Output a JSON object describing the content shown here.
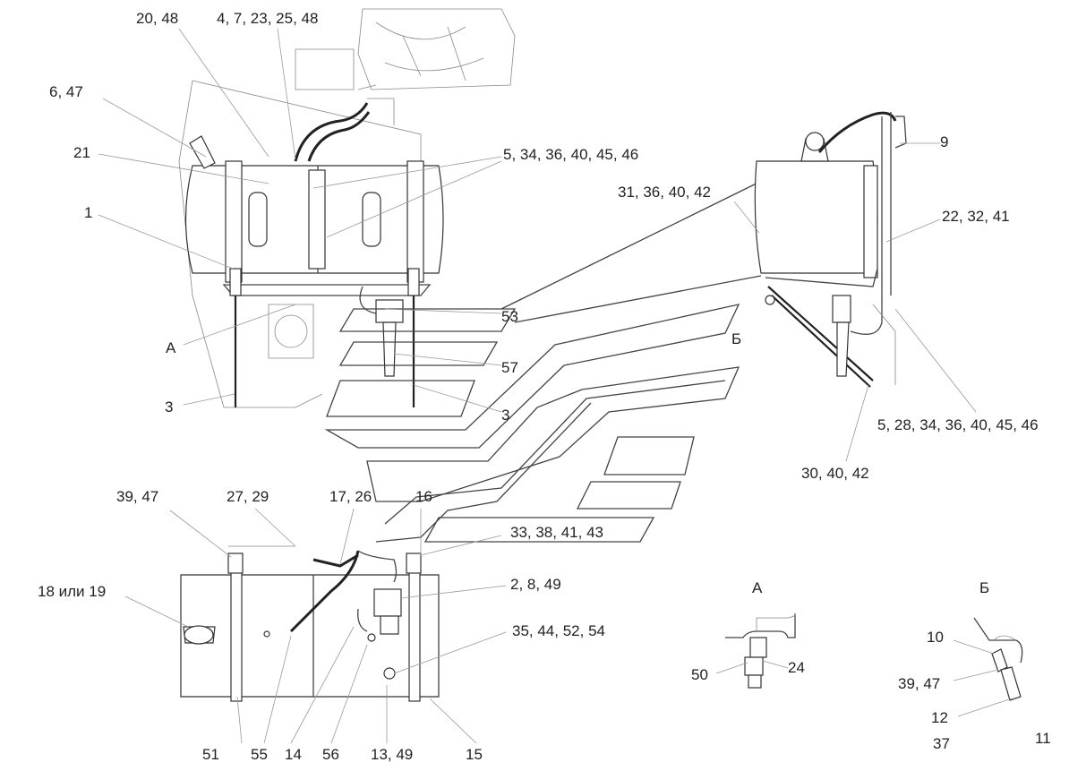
{
  "callouts": {
    "c20_48": "20, 48",
    "c4_7_23_25_48": "4, 7, 23, 25, 48",
    "c6_47_top": "6, 47",
    "c21": "21",
    "c5_34_36_40_45_46_top": "5, 34, 36, 40, 45, 46",
    "c1": "1",
    "cA_top": "А",
    "c3_left": "3",
    "c53": "53",
    "c57": "57",
    "c3_mid": "3",
    "cB_mid": "Б",
    "c9": "9",
    "c31_36_40_42": "31, 36, 40, 42",
    "c22_32_41": "22, 32, 41",
    "c5_28_34_36_40_45_46": "5, 28, 34, 36, 40, 45, 46",
    "c30_40_42": "30, 40, 42",
    "c39_47_bot": "39, 47",
    "c27_29": "27, 29",
    "c17_26": "17, 26",
    "c16": "16",
    "c33_38_41_43": "33, 38, 41, 43",
    "c18_19": "18 или 19",
    "c2_8_49": "2, 8, 49",
    "c35_44_52_54": "35, 44, 52, 54",
    "c51": "51",
    "c55": "55",
    "c14": "14",
    "c56": "56",
    "c13_49": "13, 49",
    "c15": "15",
    "detailA_title": "А",
    "c50": "50",
    "c24": "24",
    "detailB_title": "Б",
    "c10": "10",
    "c39_47_detail": "39, 47",
    "c12": "12",
    "c37": "37",
    "c11": "11"
  }
}
